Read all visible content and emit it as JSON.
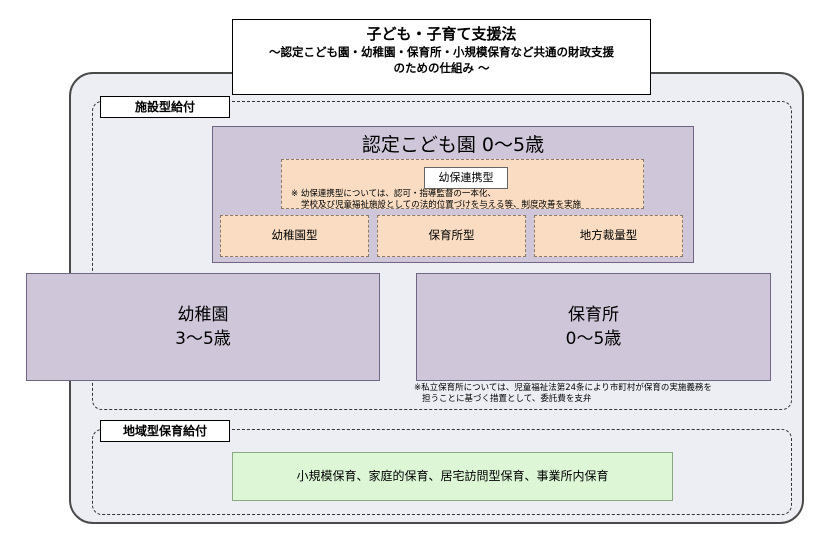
{
  "title": {
    "main": "子ども・子育て支援法",
    "sub_line1": "～認定こども園・幼稚園・保育所・小規模保育など共通の財政支援",
    "sub_line2": "のための仕組み ～"
  },
  "facility_group": {
    "label": "施設型給付",
    "nintei": {
      "title": "認定こども園 0～5歳",
      "renkei_label": "幼保連携型",
      "renkei_note_line1": "※ 幼保連携型については、認可・指導監督の一本化、",
      "renkei_note_line2": "学校及び児童福祉施設としての法的位置づけを与える等、制度改善を実施",
      "subtypes": [
        "幼稚園型",
        "保育所型",
        "地方裁量型"
      ]
    },
    "youchien": {
      "name": "幼稚園",
      "age": "3～5歳"
    },
    "hoikusho": {
      "name": "保育所",
      "age": "0～5歳",
      "note_line1": "※私立保育所については、児童福祉法第24条により市町村が保育の実施義務を",
      "note_line2": "担うことに基づく措置として、委託費を支弁"
    }
  },
  "regional_group": {
    "label": "地域型保育給付",
    "content": "小規模保育、家庭的保育、居宅訪問型保育、事業所内保育"
  }
}
